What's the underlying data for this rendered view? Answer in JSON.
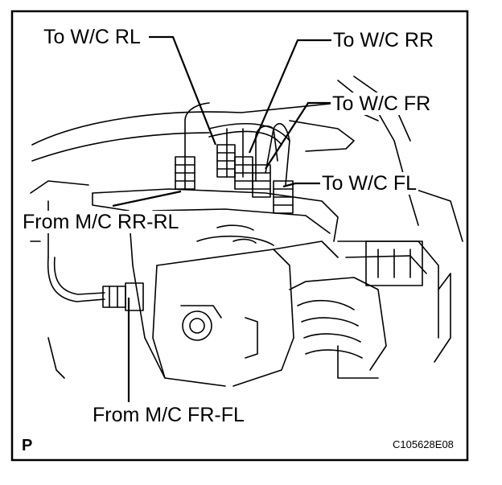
{
  "labels": {
    "to_wc_rl": "To W/C RL",
    "to_wc_rr": "To W/C RR",
    "to_wc_fr": "To W/C FR",
    "to_wc_fl": "To W/C FL",
    "from_mc_rr_rl": "From M/C RR-RL",
    "from_mc_fr_fl": "From M/C FR-FL"
  },
  "corner_mark": "P",
  "figure_code": "C105628E08",
  "icons": {
    "line_art": "brake-actuator-illustration-icon"
  }
}
